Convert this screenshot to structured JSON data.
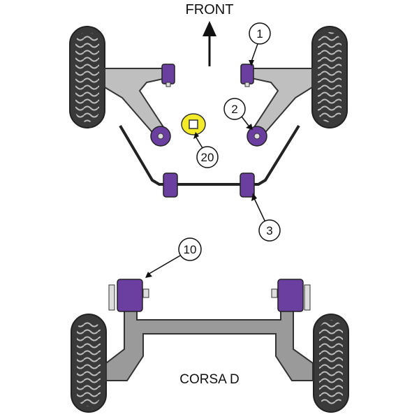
{
  "diagram": {
    "direction_label": "FRONT",
    "model_label": "CORSA D",
    "callouts": [
      {
        "number": "1"
      },
      {
        "number": "2"
      },
      {
        "number": "3"
      },
      {
        "number": "10"
      },
      {
        "number": "20"
      }
    ]
  },
  "colors": {
    "bush": "#6b3fa0",
    "bush_dark": "#4a2775",
    "bush_yellow": "#f3ea2a",
    "arm": "#bfbfbf",
    "beam": "#9a9a9a",
    "tyre": "#3a3a3a",
    "tyre_light": "#bdbdbd",
    "outline": "#222222"
  },
  "icons": {
    "front_arrow": "arrow-up-icon",
    "wheel": "tyre-icon",
    "bush": "bush-icon"
  }
}
